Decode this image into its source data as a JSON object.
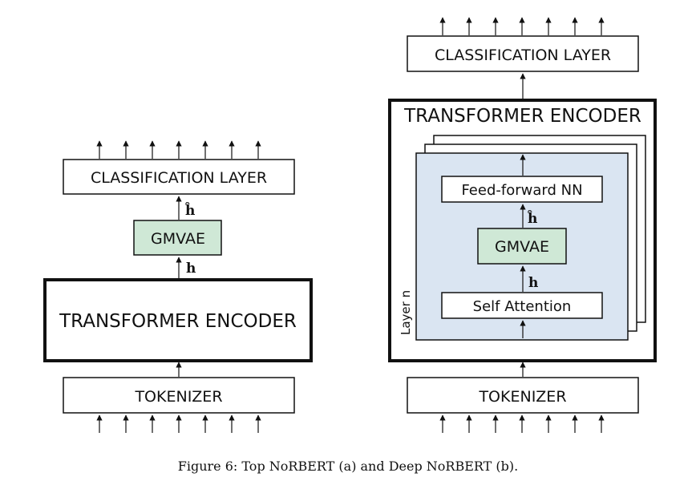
{
  "left": {
    "classification_label": "CLASSIFICATION LAYER",
    "h_hat_label": "ĥ",
    "gmvae_label": "GMVAE",
    "h_label": "h",
    "encoder_label": "TRANSFORMER ENCODER",
    "tokenizer_label": "TOKENIZER"
  },
  "right": {
    "classification_label": "CLASSIFICATION LAYER",
    "encoder_label": "TRANSFORMER ENCODER",
    "ffnn_label": "Feed-forward NN",
    "h_hat_label": "ĥ",
    "gmvae_label": "GMVAE",
    "h_label": "h",
    "self_attention_label": "Self Attention",
    "layer_label": "Layer n",
    "tokenizer_label": "TOKENIZER"
  },
  "caption": "Figure 6: Top NoRBERT (a) and Deep NoRBERT (b).",
  "colors": {
    "gmvae_fill": "#cfe8d6",
    "layer_fill": "#dae5f2",
    "stroke": "#111111"
  }
}
